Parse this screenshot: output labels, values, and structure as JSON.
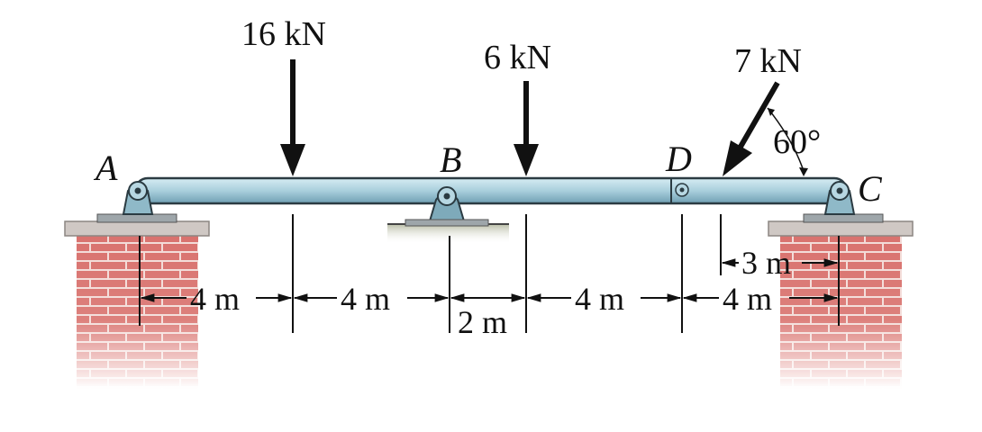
{
  "points": {
    "a": "A",
    "b": "B",
    "c": "C",
    "d": "D"
  },
  "loads": {
    "load_16": "16 kN",
    "load_6": "6 kN",
    "load_7": "7 kN",
    "angle": "60°"
  },
  "dimensions": {
    "a_to_16": "4 m",
    "16_to_b": "4 m",
    "b_to_6": "2 m",
    "6_to_d": "4 m",
    "d_to_c": "4 m",
    "d_to_7": "3 m"
  },
  "colors": {
    "beam": "#a9cfdc",
    "beam_dark": "#5a8ea3",
    "brick": "#d9726e",
    "mortar": "#f3dcd8",
    "cap": "#cfc8c4"
  }
}
